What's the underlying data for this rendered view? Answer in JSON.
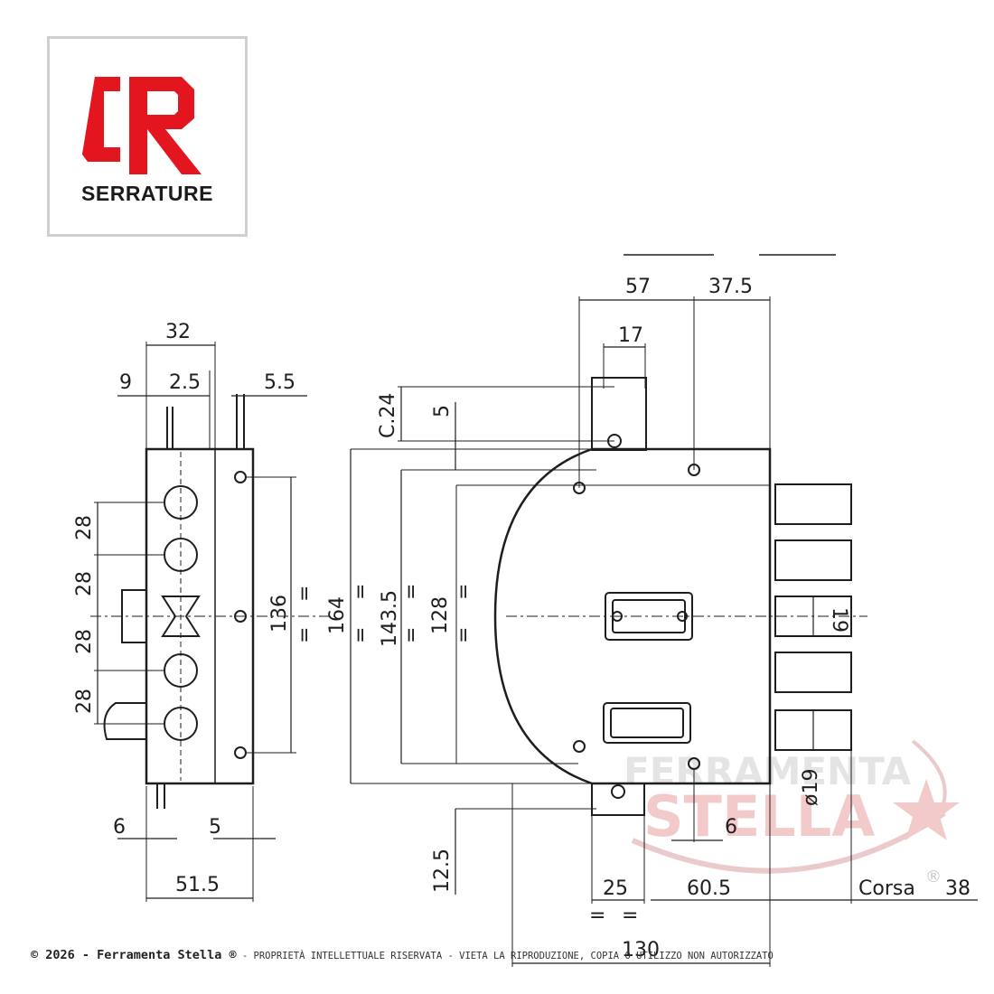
{
  "logo": {
    "brand_text": "SERRATURE",
    "brand_color": "#e3161f"
  },
  "watermark": {
    "line1": "FERRAMENTA",
    "line2": "STELLA",
    "registered": "®",
    "color": "#e89a9a"
  },
  "side_view": {
    "dim_width_top": "32",
    "dim_left_offset": "9",
    "dim_inner_offset": "2.5",
    "dim_right_offset": "5.5",
    "dim_pitch_1": "28",
    "dim_pitch_2": "28",
    "dim_pitch_3": "28",
    "dim_pitch_4": "28",
    "dim_height_mid": "136",
    "dim_bottom_left": "6",
    "dim_bottom_mid": "5",
    "dim_bottom_width": "51.5",
    "equal_mark": "="
  },
  "front_view": {
    "dim_top_57": "57",
    "dim_top_37_5": "37.5",
    "dim_17": "17",
    "dim_c24": "C.24",
    "dim_5": "5",
    "dim_164": "164",
    "dim_143_5": "143.5",
    "dim_128": "128",
    "dim_19": "19",
    "dim_phi19": "ø19",
    "dim_6": "6",
    "dim_12_5": "12.5",
    "dim_25": "25",
    "dim_60_5": "60.5",
    "dim_130": "130",
    "corsa_label": "Corsa",
    "corsa_value": "38",
    "equal_mark": "="
  },
  "footer": {
    "copyright": "© 2026 - Ferramenta Stella ®",
    "notice": " - PROPRIETÀ INTELLETTUALE RISERVATA - VIETA LA RIPRODUZIONE, COPIA O UTILIZZO NON AUTORIZZATO"
  }
}
